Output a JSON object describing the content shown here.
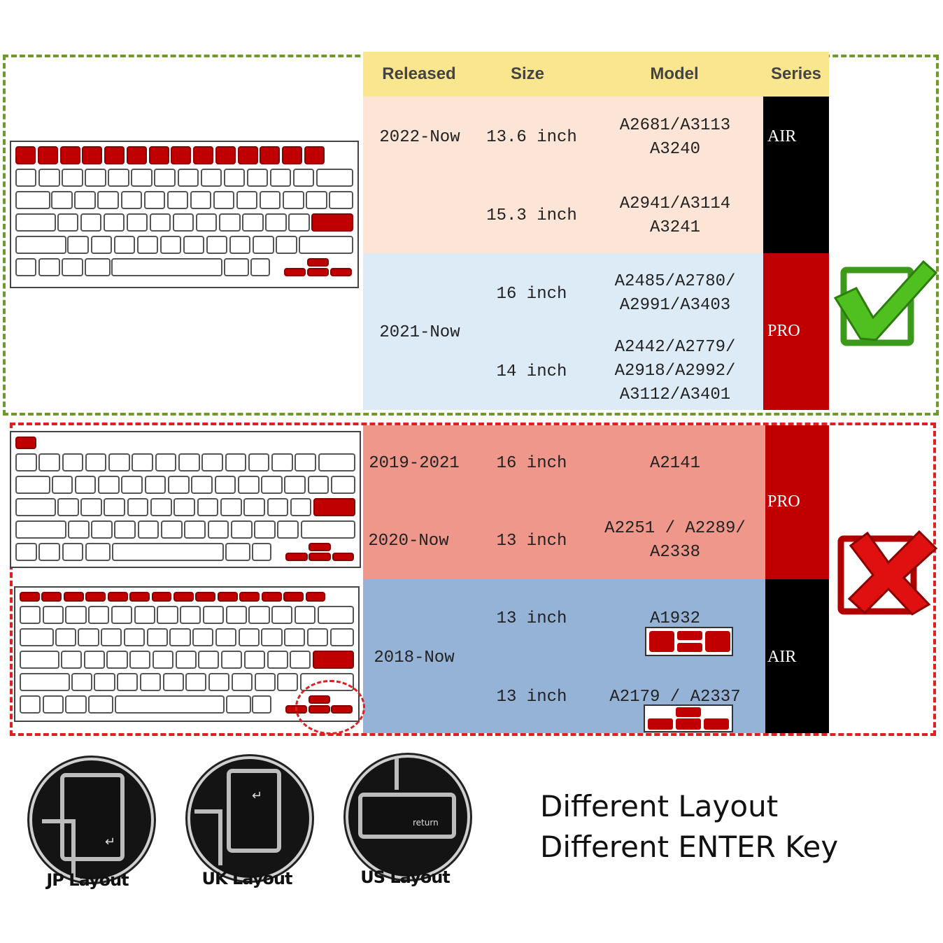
{
  "table": {
    "headers": [
      "Released",
      "Size",
      "Model",
      "Series"
    ],
    "fits_rows": [
      {
        "released": "2022-Now",
        "size": "13.6 inch",
        "model_1": "A2681/A3113",
        "model_2": "A3240",
        "model_3": ""
      },
      {
        "released": "",
        "size": "15.3 inch",
        "model_1": "A2941/A3114",
        "model_2": "A3241",
        "model_3": ""
      },
      {
        "released": "2021-Now",
        "size": "16 inch",
        "model_1": "A2485/A2780/",
        "model_2": "A2991/A3403",
        "model_3": ""
      },
      {
        "released": "",
        "size": "14 inch",
        "model_1": "A2442/A2779/",
        "model_2": "A2918/A2992/",
        "model_3": "A3112/A3401"
      }
    ],
    "fits_series": [
      {
        "label": "AIR",
        "color": "#000000"
      },
      {
        "label": "PRO",
        "color": "#c00000"
      }
    ],
    "not_fit_rows": [
      {
        "released": "2019-2021",
        "size": "16 inch",
        "model_1": "A2141",
        "model_2": ""
      },
      {
        "released": "2020-Now",
        "size": "13 inch",
        "model_1": "A2251 / A2289/",
        "model_2": "A2338"
      },
      {
        "released": "2018-Now",
        "size": "13 inch",
        "model_1": "A1932",
        "model_2": ""
      },
      {
        "released": "",
        "size": "13 inch",
        "model_1": "A2179 / A2337",
        "model_2": ""
      }
    ],
    "not_fit_series": [
      {
        "label": "PRO",
        "color": "#c00000"
      },
      {
        "label": "AIR",
        "color": "#000000"
      }
    ]
  },
  "colors": {
    "fits_border": "#6e9a2c",
    "not_fit_border": "#e02020",
    "header_bg": "#fbe690",
    "air_2022_bg": "#fce4d6",
    "pro_2021_bg": "#ddebf7",
    "pro_2019_bg": "#ee978a",
    "air_2018_bg": "#95b3d7",
    "key_red": "#c00000"
  },
  "icons": {
    "fits": "green-checkmark-icon",
    "not_fit": "red-cross-icon"
  },
  "layouts": [
    {
      "label": "JP Layout",
      "key_text": "",
      "glyphs": "↵"
    },
    {
      "label": "UK Layout",
      "key_text": "",
      "glyphs": "↵"
    },
    {
      "label": "US Layout",
      "key_text": "return",
      "glyphs": ""
    }
  ],
  "caption": {
    "line_1": "Different  Layout",
    "line_2": "Different  ENTER Key"
  }
}
